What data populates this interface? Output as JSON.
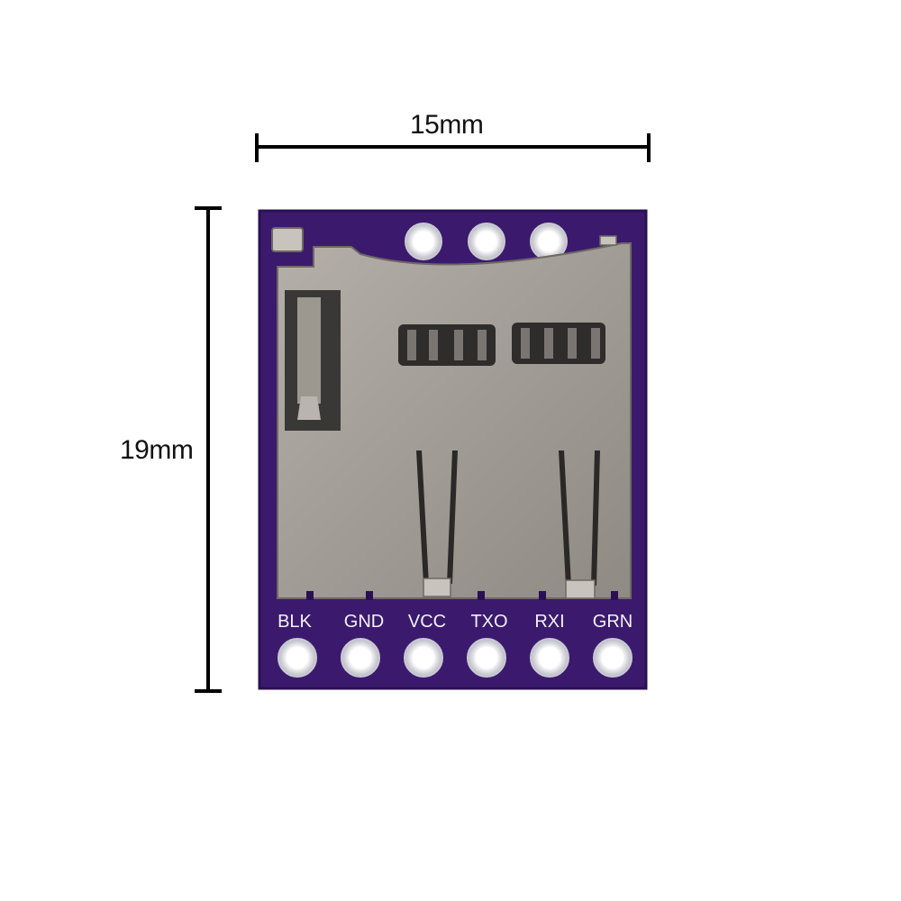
{
  "dimensions": {
    "width_label": "15mm",
    "height_label": "19mm"
  },
  "board": {
    "pin_labels": [
      "BLK",
      "GND",
      "VCC",
      "TXO",
      "RXI",
      "GRN"
    ]
  },
  "colors": {
    "pcb": "#3b1a6e",
    "pcb_edge": "#2a1052",
    "metal": "#a8a39c",
    "metal_dark": "#7d7871",
    "pad": "#e6e6ea",
    "silkscreen": "#f2f2f2",
    "dimension_line": "#000000"
  }
}
